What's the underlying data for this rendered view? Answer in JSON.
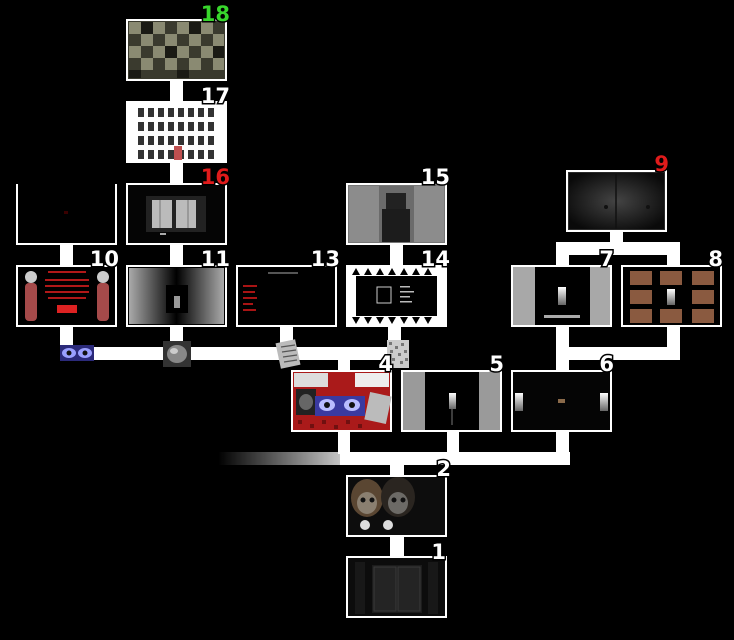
{
  "colors": {
    "background": "#000000",
    "connector": "#ffffff",
    "frame": "#ffffff",
    "label_default": "#ffffff",
    "label_special": "#e01b1b",
    "label_final": "#38d62c"
  },
  "nodes": [
    {
      "id": "n1",
      "label": "1",
      "label_color": "#ffffff",
      "icon": "dark-double-door-icon"
    },
    {
      "id": "n2",
      "label": "2",
      "label_color": "#ffffff",
      "icon": "twin-dolls-icon"
    },
    {
      "id": "n4",
      "label": "4",
      "label_color": "#ffffff",
      "icon": "collage-eyes-icon"
    },
    {
      "id": "n5",
      "label": "5",
      "label_color": "#ffffff",
      "icon": "lit-corridor-icon"
    },
    {
      "id": "n6",
      "label": "6",
      "label_color": "#ffffff",
      "icon": "dark-room-icon"
    },
    {
      "id": "n7",
      "label": "7",
      "label_color": "#ffffff",
      "icon": "pillar-room-icon"
    },
    {
      "id": "n8",
      "label": "8",
      "label_color": "#ffffff",
      "icon": "portrait-grid-icon"
    },
    {
      "id": "n9",
      "label": "9",
      "label_color": "#e01b1b",
      "icon": "steel-door-icon"
    },
    {
      "id": "n10",
      "label": "10",
      "label_color": "#ffffff",
      "icon": "red-text-figures-icon"
    },
    {
      "id": "n11",
      "label": "11",
      "label_color": "#ffffff",
      "icon": "perspective-hall-icon"
    },
    {
      "id": "n13",
      "label": "13",
      "label_color": "#ffffff",
      "icon": "red-text-screen-icon"
    },
    {
      "id": "n14",
      "label": "14",
      "label_color": "#ffffff",
      "icon": "flame-border-icon"
    },
    {
      "id": "n15",
      "label": "15",
      "label_color": "#ffffff",
      "icon": "pixelated-figure-icon"
    },
    {
      "id": "n16",
      "label": "16",
      "label_color": "#e01b1b",
      "icon": "sliding-door-icon"
    },
    {
      "id": "n17",
      "label": "17",
      "label_color": "#ffffff",
      "icon": "figure-crowd-icon"
    },
    {
      "id": "n18",
      "label": "18",
      "label_color": "#38d62c",
      "icon": "pixel-mosaic-icon"
    },
    {
      "id": "n19",
      "label": "",
      "label_color": "#ffffff",
      "icon": "empty-dark-room-icon"
    }
  ],
  "connectors_icons": [
    "eyes-icon",
    "heart-icon",
    "newspaper-icon",
    "noise-icon"
  ]
}
